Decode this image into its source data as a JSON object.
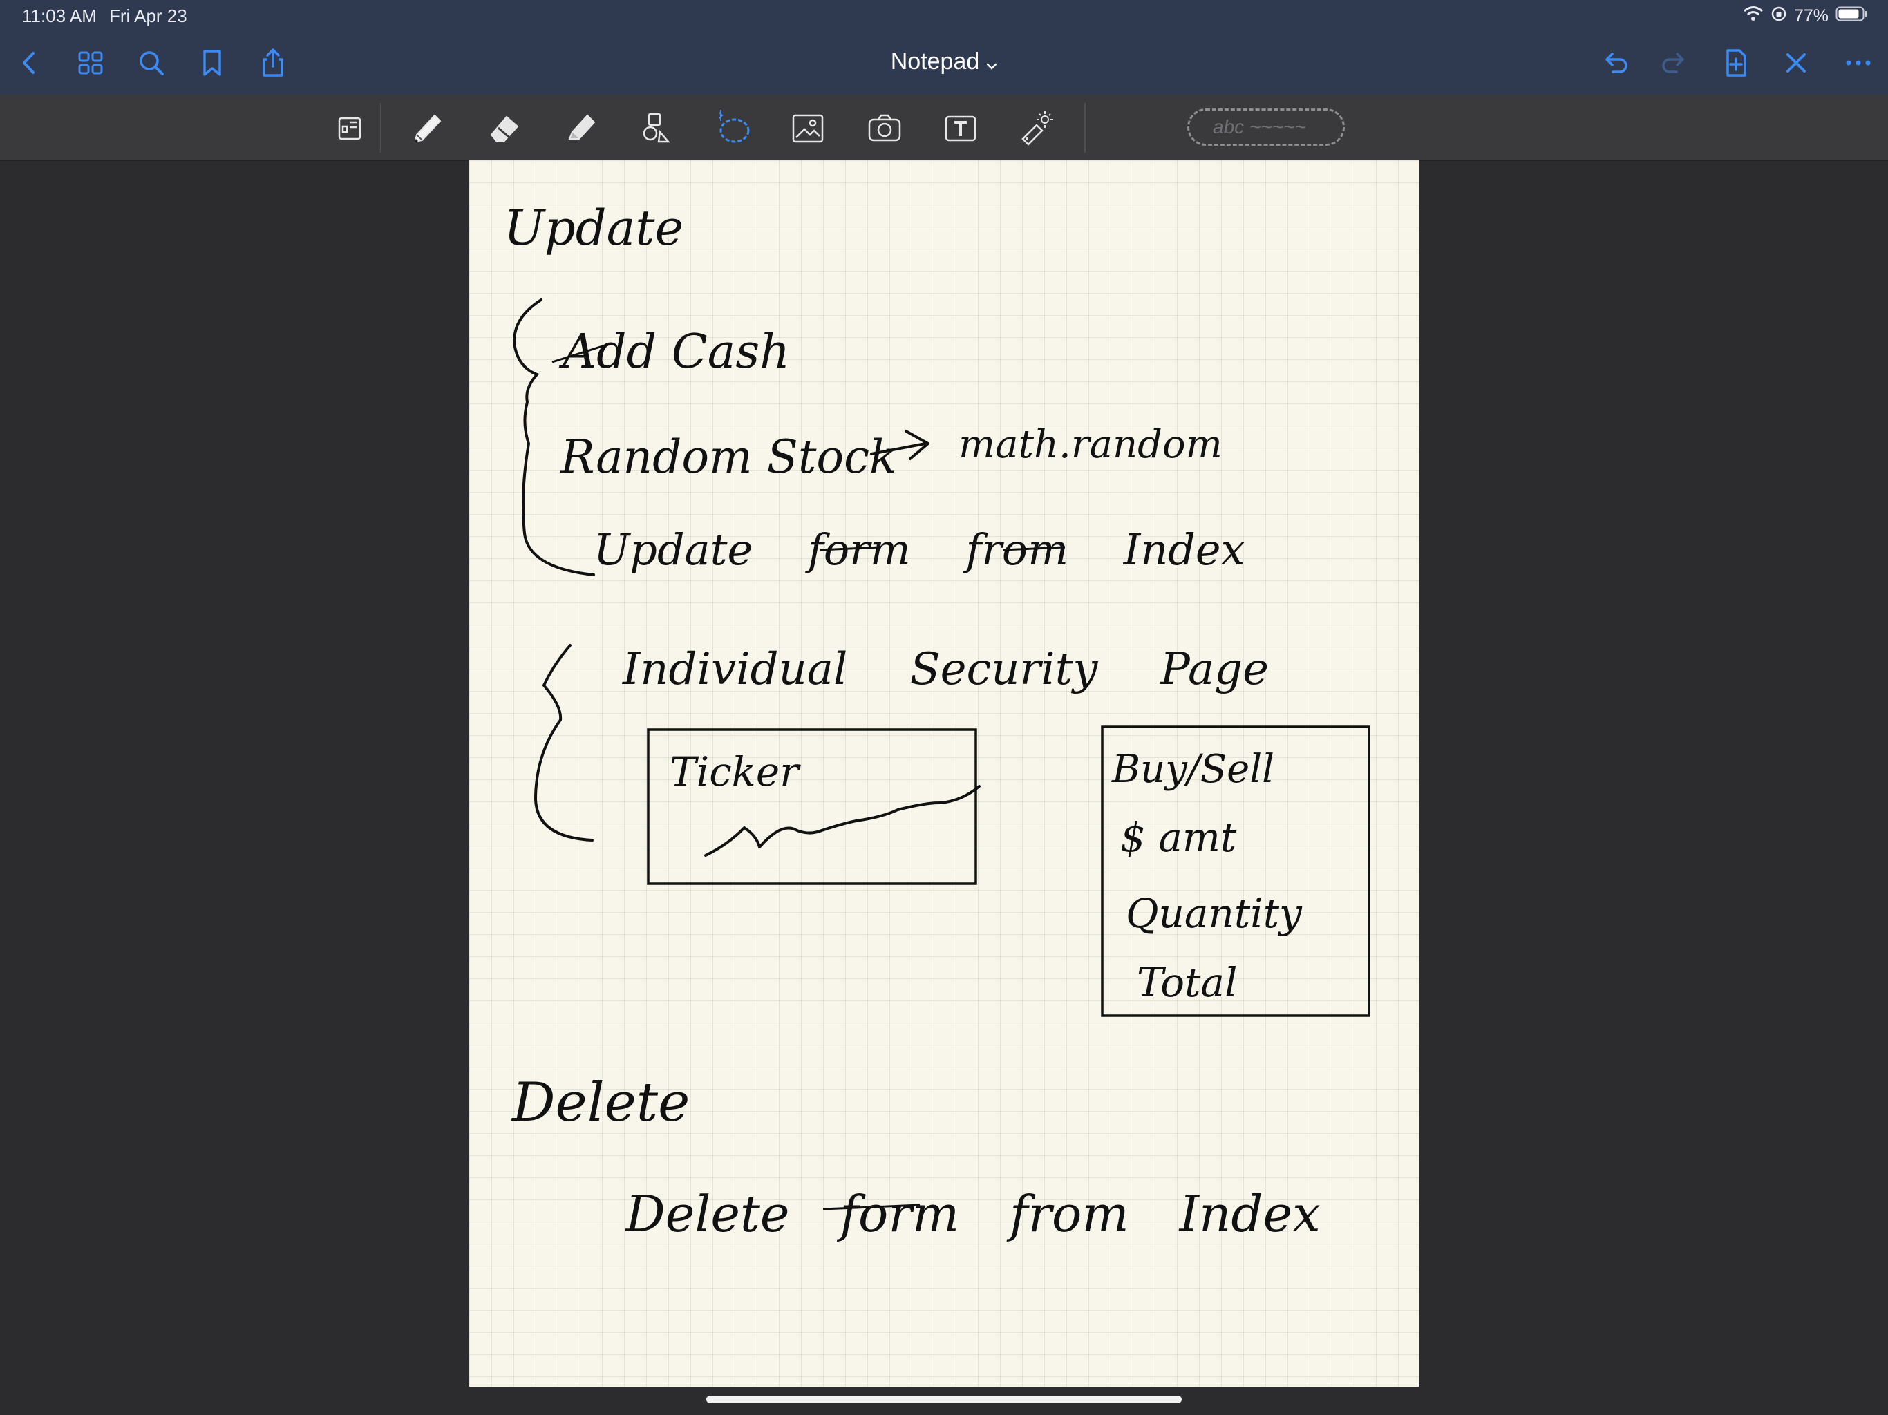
{
  "status_bar": {
    "time": "11:03 AM",
    "date": "Fri Apr 23",
    "battery": "77%"
  },
  "navigation": {
    "title": "Notepad"
  },
  "toolbar": {
    "handwriting_placeholder": "abc ~~~~~"
  },
  "note": {
    "update_heading": "Update",
    "add_cash": "Add Cash",
    "random_stock": "Random Stock",
    "random_arrow_target": "math.random",
    "update_form": "Update form from Index",
    "security_page": "Individual Security Page",
    "ticker_label": "Ticker",
    "buy_sell": "Buy/Sell",
    "amount": "$ amt",
    "quantity": "Quantity",
    "total": "Total",
    "delete_heading": "Delete",
    "delete_form": "Delete form from Index"
  },
  "colors": {
    "accent": "#3d8bf2",
    "top_bar": "#2f3950",
    "toolbar": "#3a3a3c",
    "paper": "#f8f6ea",
    "ink": "#111111"
  }
}
